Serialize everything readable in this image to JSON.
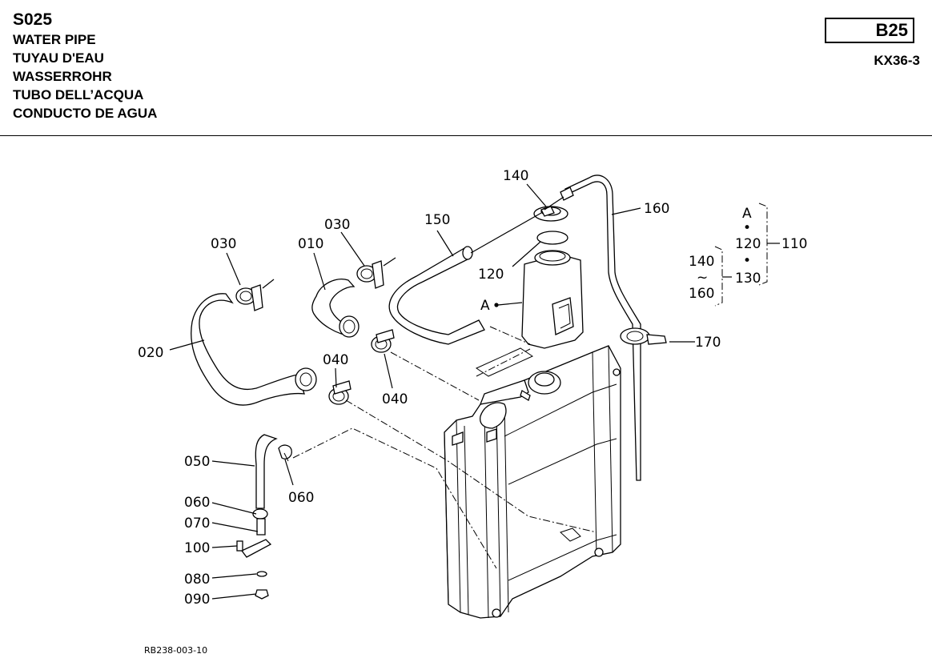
{
  "header": {
    "code": "S025",
    "names": [
      "WATER PIPE",
      "TUYAU D'EAU",
      "WASSERROHR",
      "TUBO DELL’ACQUA",
      "CONDUCTO DE AGUA"
    ],
    "page": "B25",
    "model": "KX36-3"
  },
  "callouts": {
    "p010": "010",
    "p020": "020",
    "p030a": "030",
    "p030b": "030",
    "p040a": "040",
    "p040b": "040",
    "p050": "050",
    "p060a": "060",
    "p060b": "060",
    "p070": "070",
    "p080": "080",
    "p090": "090",
    "p100": "100",
    "p120": "120",
    "p140": "140",
    "p150": "150",
    "p160": "160",
    "p170": "170",
    "refA": "A"
  },
  "assembly": {
    "a": "A",
    "dot1": "•",
    "i120": "120",
    "dot2": "•",
    "i130": "130",
    "i140": "140",
    "tilde": "~",
    "i160": "160",
    "sub": "130",
    "main": "110"
  },
  "footer": {
    "drawing_no": "RB238-003-10"
  }
}
